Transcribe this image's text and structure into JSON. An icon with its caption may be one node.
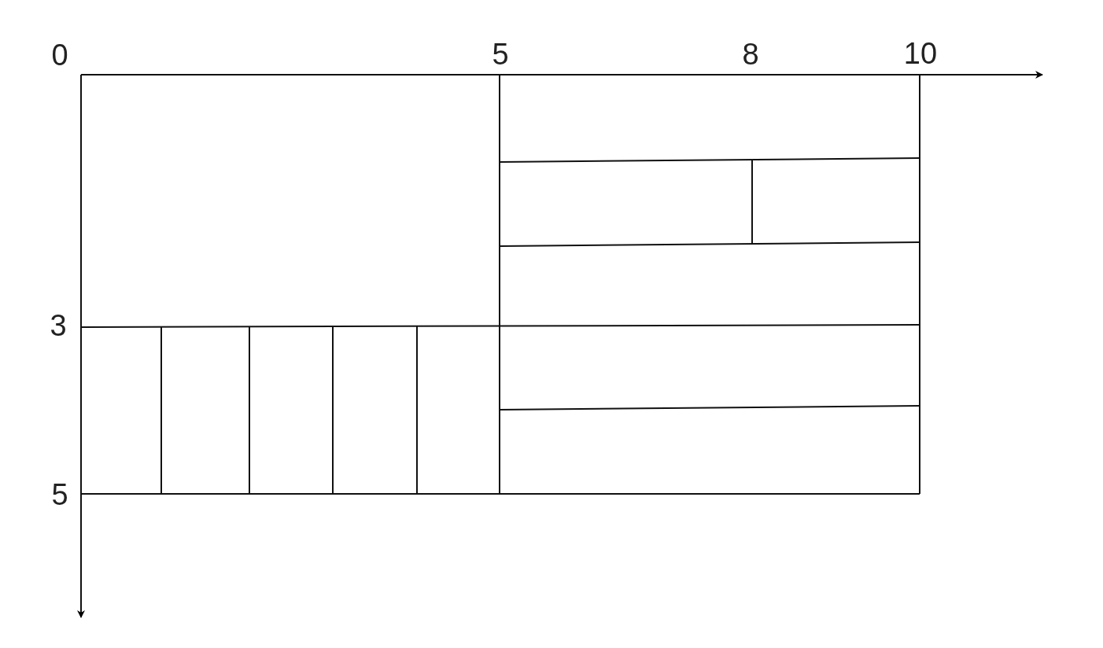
{
  "diagram": {
    "labels": [
      "0",
      "5",
      "8",
      "10",
      "3",
      "5"
    ]
  }
}
